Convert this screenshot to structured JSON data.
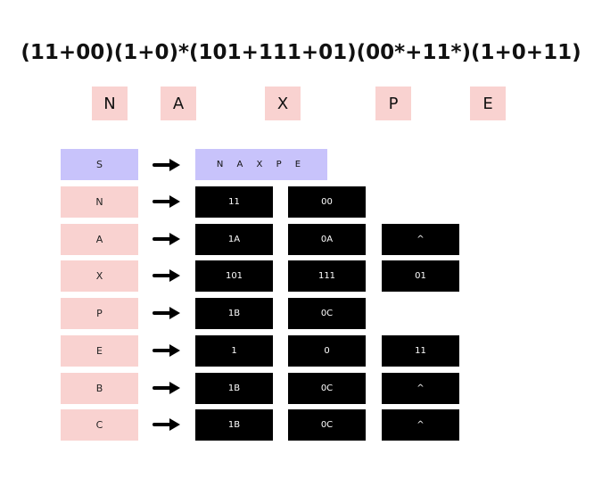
{
  "title": "(11+00)(1+0)*(101+111+01)(00*+11*)(1+0+11)",
  "symbols": [
    "N",
    "A",
    "X",
    "P",
    "E"
  ],
  "colors": {
    "pink": "#f9d2d0",
    "purple": "#c8c3fb",
    "cell": "#000000"
  },
  "rules": [
    {
      "lhs": "S",
      "rhs": "N A X P E"
    },
    {
      "lhs": "N",
      "cells": [
        "11",
        "00"
      ]
    },
    {
      "lhs": "A",
      "cells": [
        "1A",
        "0A",
        "^"
      ]
    },
    {
      "lhs": "X",
      "cells": [
        "101",
        "111",
        "01"
      ]
    },
    {
      "lhs": "P",
      "cells": [
        "1B",
        "0C"
      ]
    },
    {
      "lhs": "E",
      "cells": [
        "1",
        "0",
        "11"
      ]
    },
    {
      "lhs": "B",
      "cells": [
        "1B",
        "0C",
        "^"
      ]
    },
    {
      "lhs": "C",
      "cells": [
        "1B",
        "0C",
        "^"
      ]
    }
  ]
}
